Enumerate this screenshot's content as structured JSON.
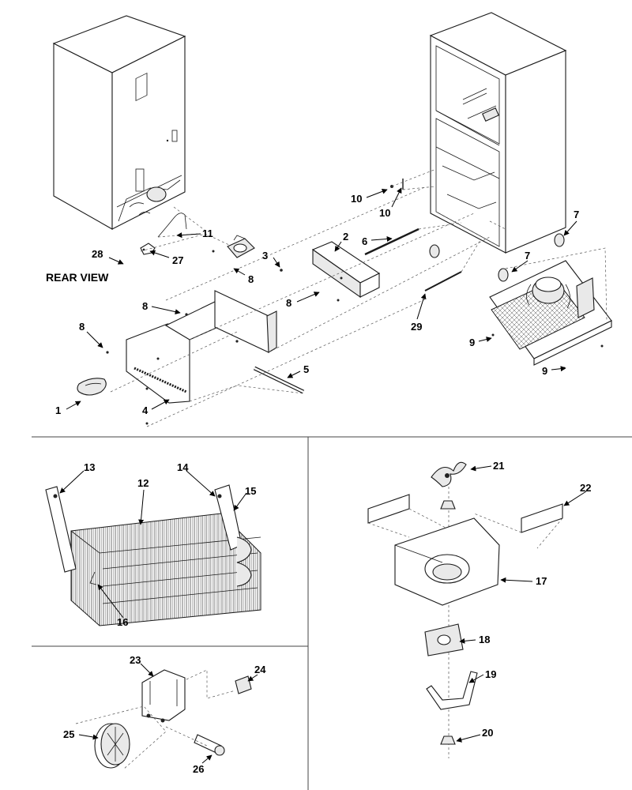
{
  "view_label": "REAR VIEW",
  "callouts": {
    "c1": "1",
    "c2": "2",
    "c3": "3",
    "c4": "4",
    "c5": "5",
    "c6": "6",
    "c7a": "7",
    "c7b": "7",
    "c8a": "8",
    "c8b": "8",
    "c8c": "8",
    "c8d": "8",
    "c9a": "9",
    "c9b": "9",
    "c10a": "10",
    "c10b": "10",
    "c11": "11",
    "c12": "12",
    "c13": "13",
    "c14": "14",
    "c15": "15",
    "c16": "16",
    "c17": "17",
    "c18": "18",
    "c19": "19",
    "c20": "20",
    "c21": "21",
    "c22": "22",
    "c23": "23",
    "c24": "24",
    "c25": "25",
    "c26": "26",
    "c27": "27",
    "c28": "28",
    "c29": "29"
  }
}
